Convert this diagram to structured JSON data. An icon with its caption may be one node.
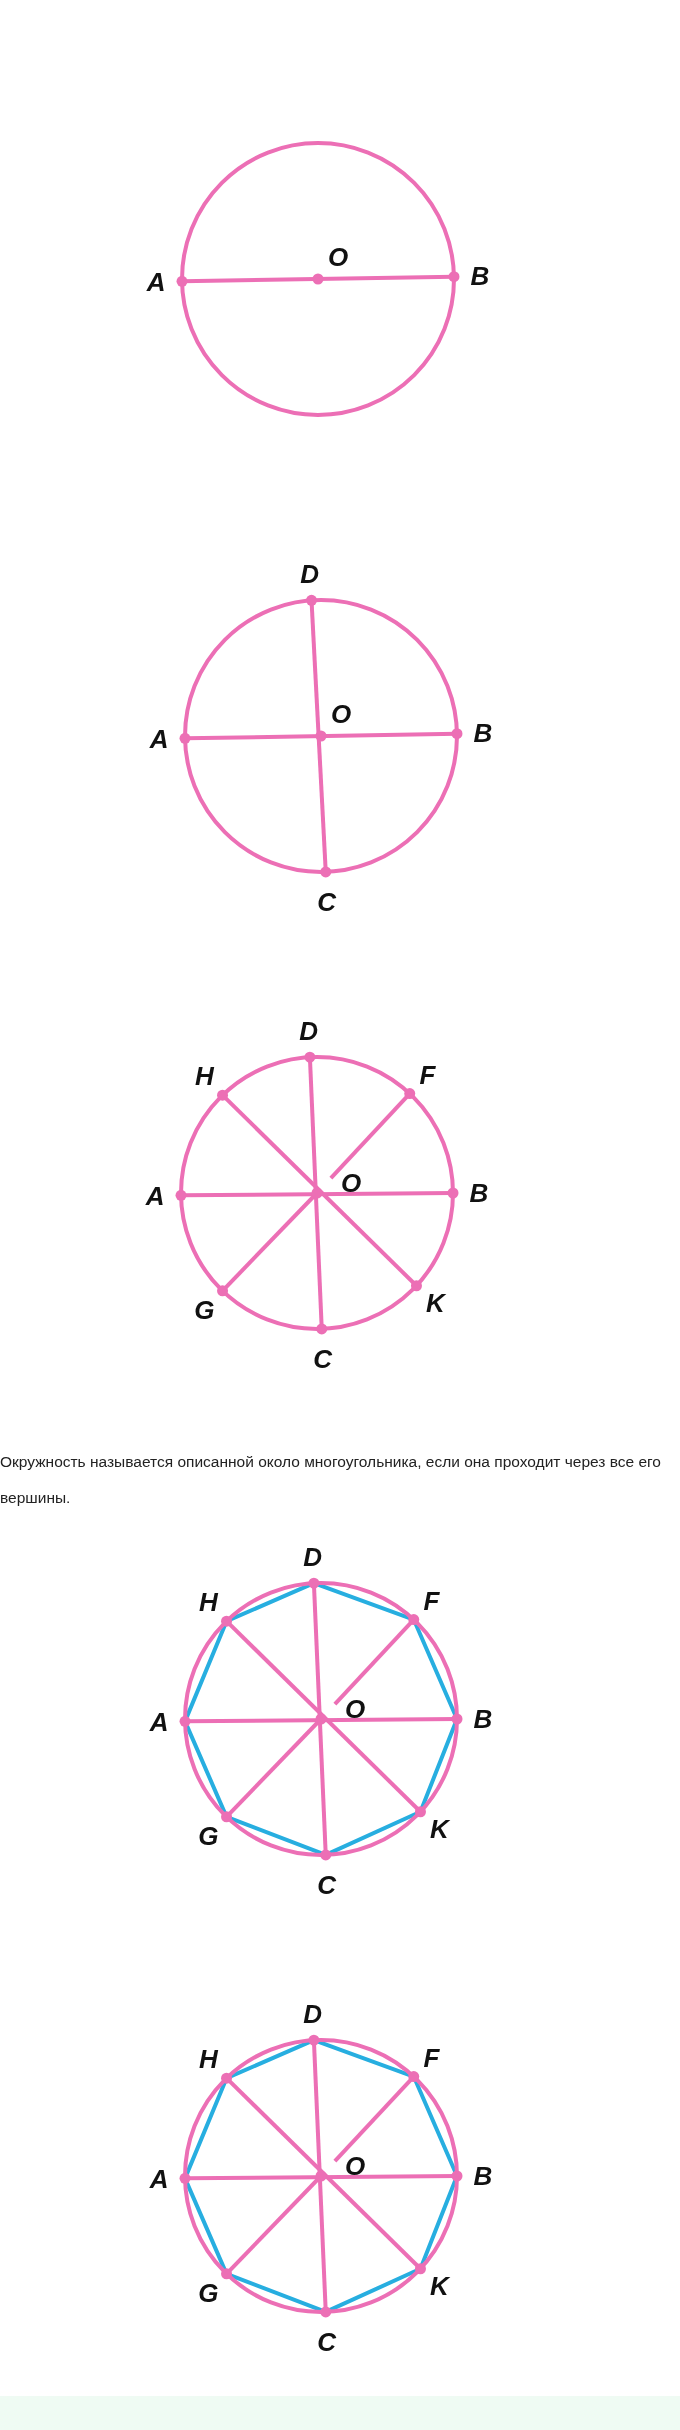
{
  "diagram": {
    "labels": [
      "A",
      "O",
      "B",
      "D",
      "A",
      "O",
      "B",
      "C",
      "D",
      "H",
      "F",
      "A",
      "O",
      "B",
      "G",
      "K",
      "C",
      "Окружность называется описанной около многоугольника, если она проходит через все его вершины.",
      "D",
      "H",
      "F",
      "A",
      "O",
      "B",
      "G",
      "K",
      "C",
      "D",
      "H",
      "F",
      "A",
      "O",
      "B",
      "G",
      "K",
      "C"
    ]
  }
}
